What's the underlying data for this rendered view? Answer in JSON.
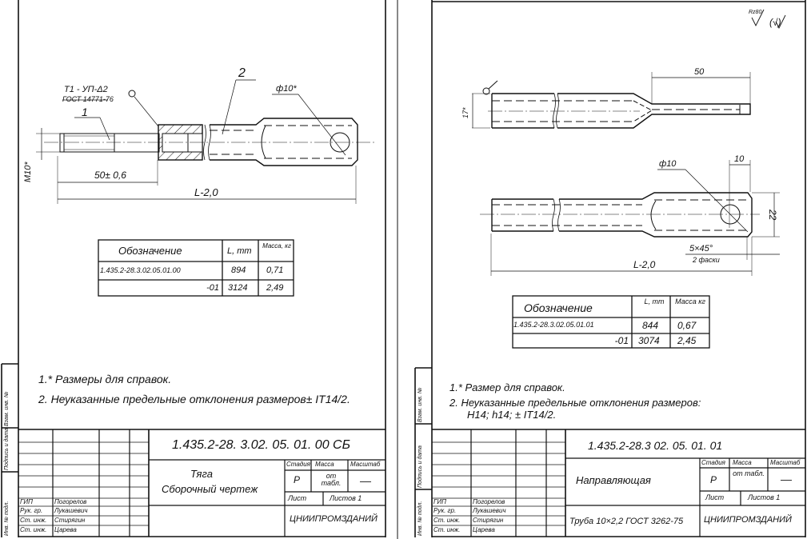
{
  "left_sheet": {
    "drawing_labels": {
      "weld_symbol": "Т1 - УП-Δ2",
      "weld_standard": "ГОСТ 14771-76",
      "part1": "1",
      "part2": "2",
      "hole_dia": "ф10*",
      "thread": "М10*",
      "dim_thread_length": "50± 0,6",
      "dim_total": "L-2,0"
    },
    "table": {
      "headers": [
        "Обозначение",
        "L, mm",
        "Масса, кг"
      ],
      "rows": [
        [
          "1.435.2-28.3.02.05.01.00",
          "894",
          "0,71"
        ],
        [
          "-01",
          "3124",
          "2,49"
        ]
      ]
    },
    "notes": [
      "1.* Размеры для справок.",
      "2. Неуказанные предельные отклонения размеров± IT14/2."
    ],
    "title_block": {
      "designation": "1.435.2-28. 3.02. 05. 01. 00 СБ",
      "name_line1": "Тяга",
      "name_line2": "Сборочный чертеж",
      "stage_label": "Стадия",
      "mass_label": "Масса",
      "scale_label": "Масштаб",
      "stage": "Р",
      "mass": "от табл.",
      "scale": "—",
      "sheet_label": "Лист",
      "sheets_label": "Листов 1",
      "organization": "ЦНИИПРОМЗДАНИЙ",
      "roles": [
        "ГИП",
        "Рук. гр.",
        "Ст. инж.",
        "Ст. инж."
      ],
      "names": [
        "Погорелов",
        "Лукашевич",
        "Стирягин",
        "Царева"
      ]
    },
    "side_stamps": [
      "Инв. № подл.",
      "Подпись и дата",
      "Взам. инв. №"
    ]
  },
  "right_sheet": {
    "roughness": "Rz80",
    "roughness_other": "(√)",
    "drawing_labels": {
      "dia17": "17*",
      "dim50": "50",
      "hole_dia": "ф10",
      "dim10": "10",
      "dim22": "22",
      "chamfer": "5×45°",
      "chamfer_note": "2 фаски",
      "dim_total": "L-2,0"
    },
    "table": {
      "headers": [
        "Обозначение",
        "L, mm",
        "Масса кг"
      ],
      "rows": [
        [
          "1.435.2-28.3.02.05.01.01",
          "844",
          "0,67"
        ],
        [
          "-01",
          "3074",
          "2,45"
        ]
      ]
    },
    "notes": [
      "1.* Размер для справок.",
      "2.  Неуказанные предельные отклонения размеров:",
      "H14; h14; ± IT14/2."
    ],
    "title_block": {
      "designation": "1.435.2-28.3  02. 05. 01. 01",
      "name_line1": "Направляющая",
      "material": "Труба 10×2,2 ГОСТ 3262-75",
      "stage_label": "Стадия",
      "mass_label": "Масса",
      "scale_label": "Масштаб",
      "stage": "Р",
      "mass": "от табл.",
      "scale": "—",
      "sheet_label": "Лист",
      "sheets_label": "Листов 1",
      "organization": "ЦНИИПРОМЗДАНИЙ",
      "roles": [
        "ГИП",
        "Рук. гр.",
        "Ст. инж.",
        "Ст. инж."
      ],
      "names": [
        "Погорелов",
        "Лукашевич",
        "Стирягин",
        "Царева"
      ]
    },
    "side_stamps": [
      "Инв. № подл.",
      "Подпись и дата",
      "Взам. инв. №"
    ]
  }
}
